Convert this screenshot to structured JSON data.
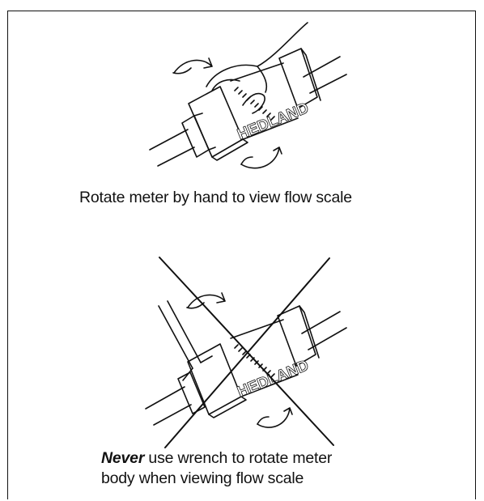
{
  "top_panel": {
    "brand": "HEDLAND",
    "caption": "Rotate meter by hand to view flow scale"
  },
  "bottom_panel": {
    "brand": "HEDLAND",
    "caption_emphasis": "Never",
    "caption_rest": " use wrench to rotate meter",
    "caption_line2": "body when viewing flow scale"
  },
  "colors": {
    "line": "#111111",
    "background": "#ffffff"
  },
  "icons": [
    "rotate-arrow-icon",
    "hand-illustration",
    "wrench-illustration",
    "prohibited-cross-icon"
  ]
}
